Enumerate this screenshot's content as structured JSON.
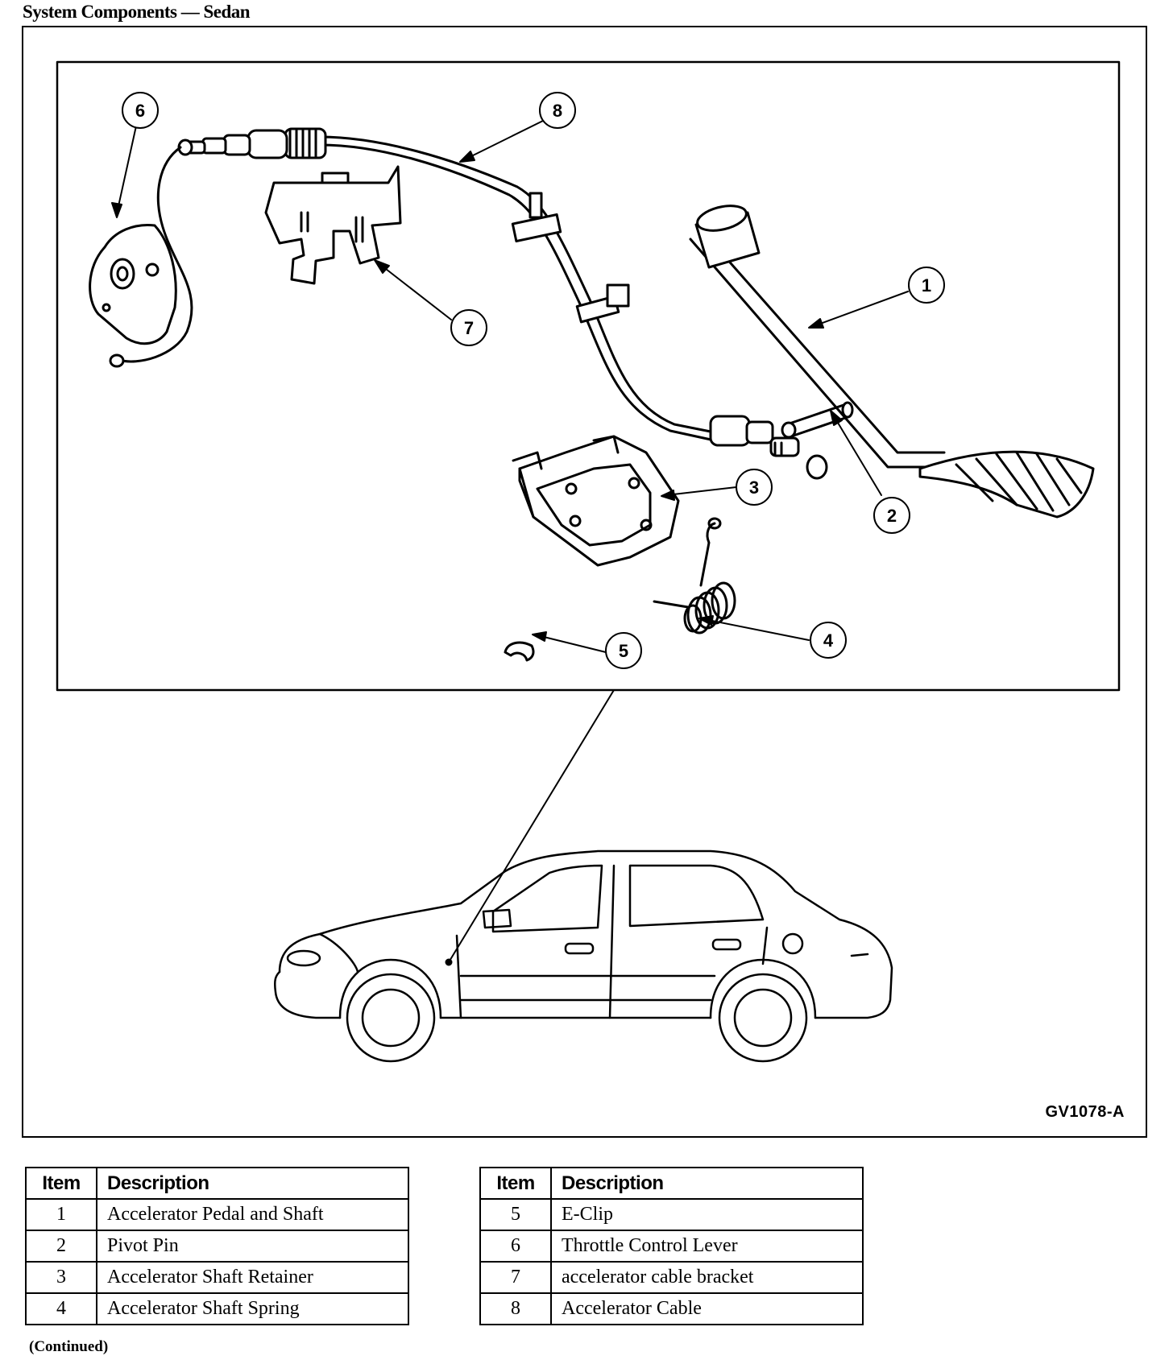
{
  "page": {
    "title": "System Components — Sedan",
    "continued": "(Continued)"
  },
  "figure": {
    "code": "GV1078-A",
    "callouts": [
      "1",
      "2",
      "3",
      "4",
      "5",
      "6",
      "7",
      "8"
    ],
    "components": [
      "accelerator-pedal-and-shaft",
      "pivot-pin",
      "accelerator-shaft-retainer",
      "accelerator-shaft-spring",
      "e-clip",
      "throttle-control-lever",
      "accelerator-cable-bracket",
      "accelerator-cable",
      "sedan-vehicle"
    ]
  },
  "table_headers": {
    "item": "Item",
    "description": "Description"
  },
  "tables": [
    {
      "rows": [
        {
          "item": "1",
          "description": "Accelerator Pedal and Shaft"
        },
        {
          "item": "2",
          "description": "Pivot Pin"
        },
        {
          "item": "3",
          "description": "Accelerator Shaft Retainer"
        },
        {
          "item": "4",
          "description": "Accelerator Shaft Spring"
        }
      ]
    },
    {
      "rows": [
        {
          "item": "5",
          "description": "E-Clip"
        },
        {
          "item": "6",
          "description": "Throttle Control Lever"
        },
        {
          "item": "7",
          "description": "accelerator cable bracket"
        },
        {
          "item": "8",
          "description": "Accelerator Cable"
        }
      ]
    }
  ]
}
